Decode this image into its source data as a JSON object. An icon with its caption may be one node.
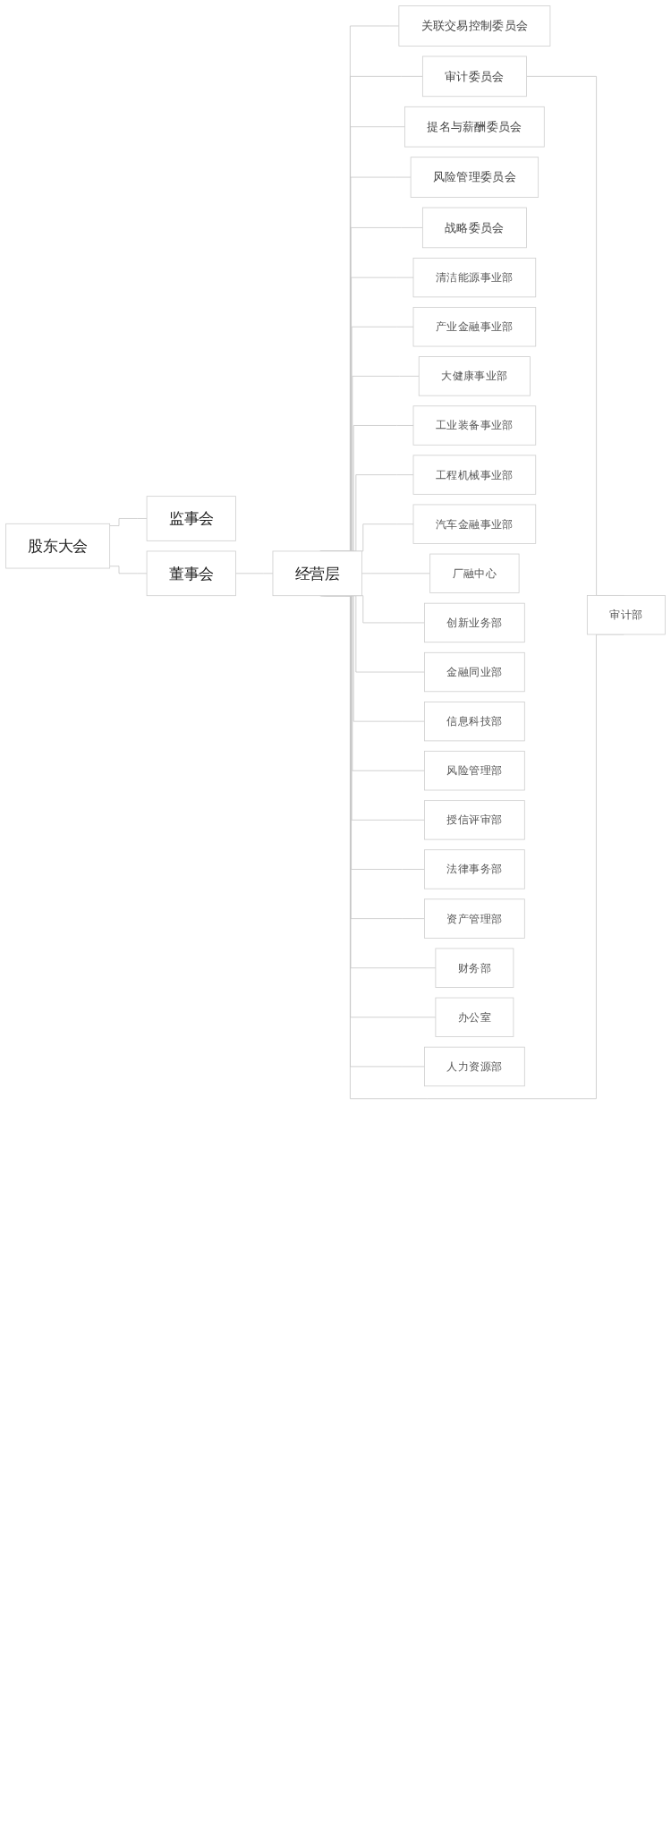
{
  "diagram": {
    "nodes": [
      {
        "text": [
          "股东大会"
        ]
      },
      {
        "text": [
          "监事会"
        ]
      },
      {
        "text": [
          "董事会"
        ]
      },
      {
        "text": [
          "经营层"
        ]
      },
      {
        "text": [
          "关联交易控制委员会"
        ]
      },
      {
        "text": [
          "审计委员会"
        ]
      },
      {
        "text": [
          "提名与薪酬委员会"
        ]
      },
      {
        "text": [
          "风险管理委员会"
        ]
      },
      {
        "text": [
          "战略委员会"
        ]
      },
      {
        "text": [
          "审计部"
        ]
      },
      {
        "text": [
          "清洁能源事业部"
        ]
      },
      {
        "text": [
          "产业金融事业部"
        ]
      },
      {
        "text": [
          "大健康事业部"
        ]
      },
      {
        "text": [
          "工业装备事业部"
        ]
      },
      {
        "text": [
          "工程机械事业部"
        ]
      },
      {
        "text": [
          "汽车金融事业部"
        ]
      },
      {
        "text": [
          "厂融中心"
        ]
      },
      {
        "text": [
          "创新业务部"
        ]
      },
      {
        "text": [
          "金融同业部"
        ]
      },
      {
        "text": [
          "信息科技部"
        ]
      },
      {
        "text": [
          "风险管理部"
        ]
      },
      {
        "text": [
          "授信评审部"
        ]
      },
      {
        "text": [
          "法律事务部"
        ]
      },
      {
        "text": [
          "资产管理部"
        ]
      },
      {
        "text": [
          "财务部"
        ]
      },
      {
        "text": [
          "办公室"
        ]
      },
      {
        "text": [
          "人力资源部"
        ]
      }
    ],
    "edges": [
      {
        "from": 0,
        "to": 1,
        "arrow": "none"
      },
      {
        "from": 0,
        "to": 2,
        "arrow": "none"
      },
      {
        "from": 2,
        "to": 3,
        "arrow": "none"
      },
      {
        "from": 3,
        "to": 4,
        "arrow": "none"
      },
      {
        "from": 3,
        "to": 5,
        "arrow": "none"
      },
      {
        "from": 3,
        "to": 6,
        "arrow": "none"
      },
      {
        "from": 3,
        "to": 7,
        "arrow": "none"
      },
      {
        "from": 3,
        "to": 8,
        "arrow": "none"
      },
      {
        "from": 5,
        "to": 9,
        "arrow": "none"
      },
      {
        "from": 3,
        "to": 9,
        "arrow": "none"
      },
      {
        "from": 3,
        "to": 10,
        "arrow": "none"
      },
      {
        "from": 3,
        "to": 11,
        "arrow": "none"
      },
      {
        "from": 3,
        "to": 12,
        "arrow": "none"
      },
      {
        "from": 3,
        "to": 13,
        "arrow": "none"
      },
      {
        "from": 3,
        "to": 14,
        "arrow": "none"
      },
      {
        "from": 3,
        "to": 15,
        "arrow": "none"
      },
      {
        "from": 3,
        "to": 16,
        "arrow": "none"
      },
      {
        "from": 3,
        "to": 17,
        "arrow": "none"
      },
      {
        "from": 3,
        "to": 18,
        "arrow": "none"
      },
      {
        "from": 3,
        "to": 19,
        "arrow": "none"
      },
      {
        "from": 3,
        "to": 20,
        "arrow": "none"
      },
      {
        "from": 3,
        "to": 21,
        "arrow": "none"
      },
      {
        "from": 3,
        "to": 22,
        "arrow": "none"
      },
      {
        "from": 3,
        "to": 23,
        "arrow": "none"
      },
      {
        "from": 3,
        "to": 24,
        "arrow": "none"
      },
      {
        "from": 3,
        "to": 25,
        "arrow": "none"
      },
      {
        "from": 3,
        "to": 26,
        "arrow": "none"
      }
    ]
  }
}
